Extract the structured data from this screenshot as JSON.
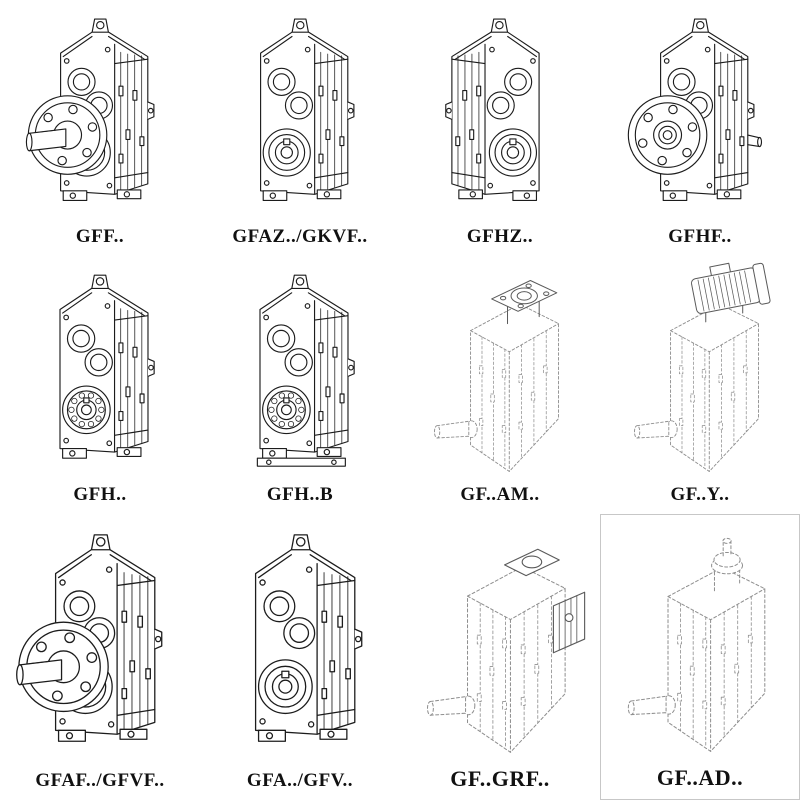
{
  "page": {
    "background": "#ffffff"
  },
  "colors": {
    "line": "#1c1c1c",
    "faded": "#8f8f8f",
    "att": "#5a5a5a",
    "label": "#111111"
  },
  "cells": [
    {
      "label": "GFF..",
      "drawing": "parallel-shaft-gearbox-flange-with-solid-shaft"
    },
    {
      "label": "GFAZ../GKVF..",
      "drawing": "parallel-shaft-gearbox-hollow-shaft-front"
    },
    {
      "label": "GFHZ..",
      "drawing": "parallel-shaft-gearbox-hollow-shaft-mirrored"
    },
    {
      "label": "GFHF..",
      "drawing": "parallel-shaft-gearbox-flange-hollow-bore"
    },
    {
      "label": "GFH..",
      "drawing": "parallel-shaft-gearbox-shrink-disc-bearing"
    },
    {
      "label": "GFH..B",
      "drawing": "parallel-shaft-gearbox-shrink-disc-with-base"
    },
    {
      "label": "GF..AM..",
      "drawing": "gearbox-with-motor-adapter-flange-phantom"
    },
    {
      "label": "GF..Y..",
      "drawing": "gearbox-with-mounted-motor-phantom"
    },
    {
      "label": "GFAF../GFVF..",
      "drawing": "parallel-shaft-gearbox-flange-with-solid-shaft"
    },
    {
      "label": "GFA../GFV..",
      "drawing": "parallel-shaft-gearbox-hollow-shaft-front"
    },
    {
      "label": "GF..GRF..",
      "drawing": "gearbox-with-backstop-unit-phantom"
    },
    {
      "label": "GF..AD..",
      "drawing": "gearbox-with-input-shaft-adapter-phantom"
    }
  ]
}
